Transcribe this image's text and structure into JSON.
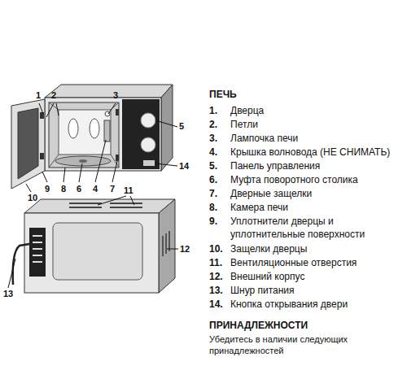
{
  "diagram": {
    "labels": [
      "1",
      "2",
      "3",
      "5",
      "14",
      "10",
      "9",
      "8",
      "6",
      "4",
      "7",
      "11",
      "12",
      "13",
      "ПЕЧЬ",
      "1.",
      "Дверца",
      "2.",
      "Петли",
      "3.",
      "Лампочка печи",
      "4.",
      "Крышка волновода (НЕ СНИМАТЬ)",
      "5.",
      "Панель управления",
      "6.",
      "Муфта поворотного столика",
      "7.",
      "Дверные защелки",
      "8.",
      "Камера печи",
      "9.",
      "Уплотнители дверцы и уплотнительные поверхности",
      "10.",
      "Защелки дверцы",
      "11.",
      "Вентиляционные отверстия",
      "12.",
      "Внешний корпус",
      "13.",
      "Шнур питания",
      "14.",
      "Кнопка открывания двери",
      "ПРИНАДЛЕЖНОСТИ",
      "Убедитесь в наличии следующих принадлежностей"
    ]
  }
}
